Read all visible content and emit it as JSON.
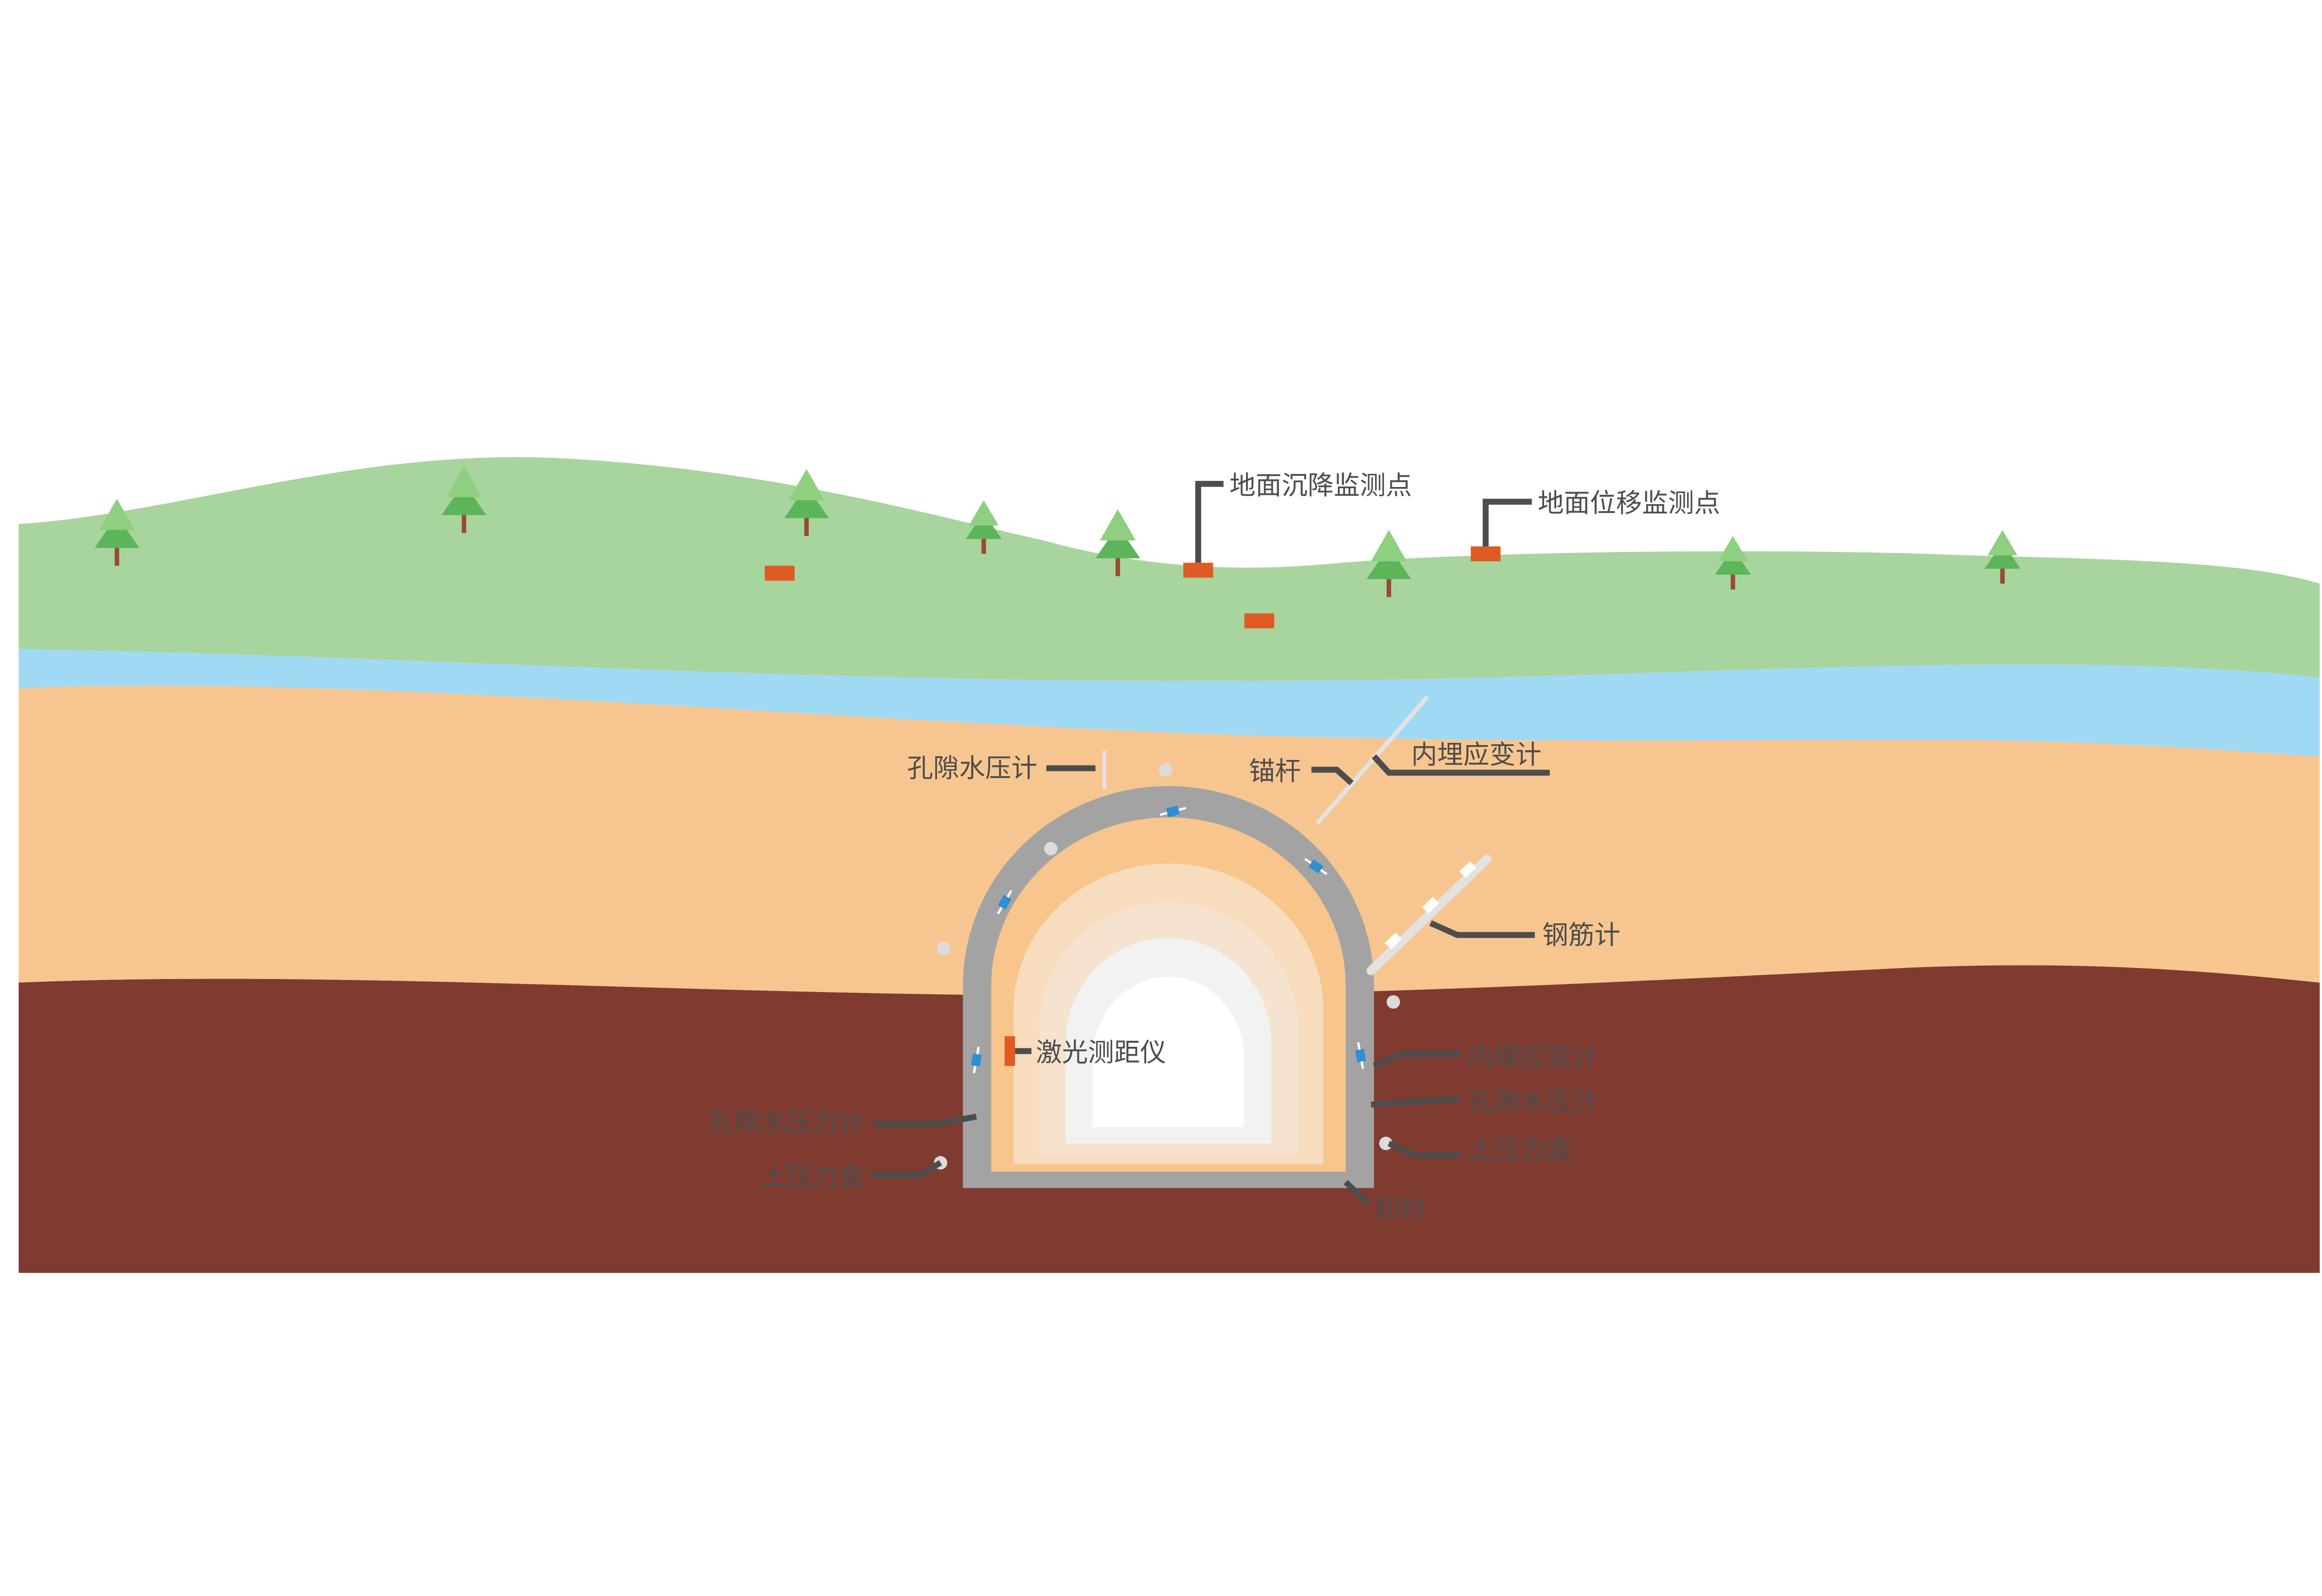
{
  "colors": {
    "background": "#ffffff",
    "grass": "#a8d49e",
    "water": "#a0d9f3",
    "sand": "#f7c690",
    "clay": "#7f3b30",
    "lining": "#a3a3a3",
    "ring_outer": "#f8c58c",
    "ring_2": "#f7dcbd",
    "ring_3": "#f6e3cf",
    "ring_4": "#f2f2f2",
    "tunnel_core": "#ffffff",
    "marker": "#e05a24",
    "sensor_dot": "#dcdcdc",
    "strain_gauge": "#2e8fd4",
    "tree_dark": "#5db55a",
    "tree_light": "#8ecf80",
    "trunk": "#9a4a2f",
    "leader_line": "#4d4d4d"
  },
  "labels": {
    "ground_settlement": "地面沉降监测点",
    "ground_displacement": "地面位移监测点",
    "pore_water_gauge_top": "孔隙水压计",
    "anchor_rod": "锚杆",
    "embedded_strain_top": "内埋应变计",
    "rebar_meter": "钢筋计",
    "laser_rangefinder": "激光测距仪",
    "embedded_strain_right": "内埋应变计",
    "pore_water_gauge_left": "孔隙水压力计",
    "pore_water_gauge_right": "孔隙水压计",
    "earth_pressure_left": "土压力盒",
    "earth_pressure_right": "土压力盒",
    "initial_lining": "初衬"
  },
  "icons": {
    "tree": "pine-tree-icon",
    "monitoring_point": "orange-marker",
    "earth_pressure_cell": "circle-sensor-icon",
    "strain_gauge": "strain-gauge-icon"
  }
}
